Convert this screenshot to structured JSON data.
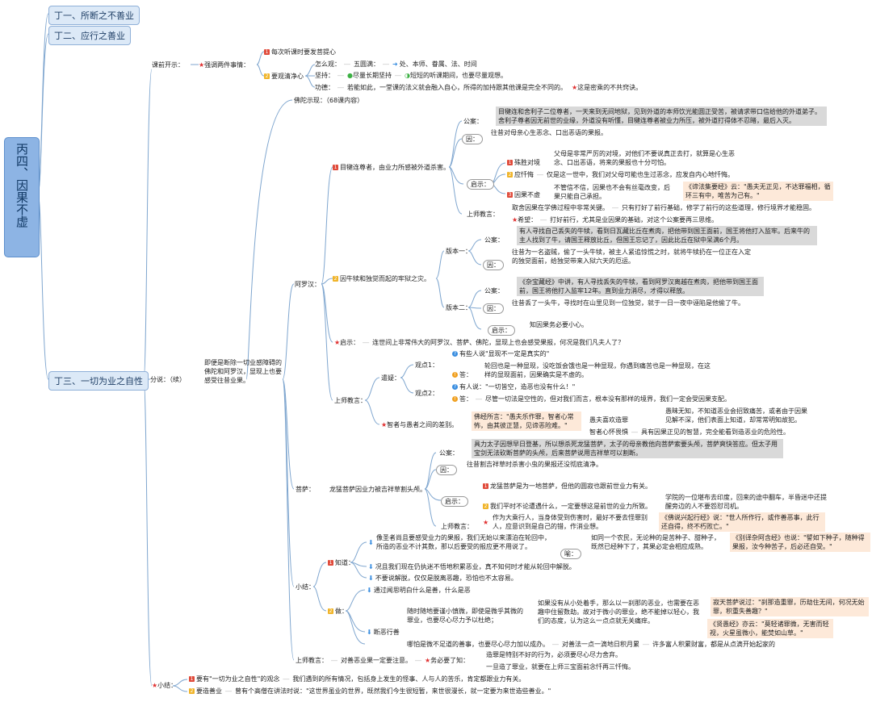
{
  "root": {
    "label": "丙四、因果不虚"
  },
  "branches": {
    "d1": "丁一、所断之不善业",
    "d2": "丁二、应行之善业",
    "d3": "丁三、一切为业之自性"
  },
  "intro": {
    "label": "课前开示：",
    "star_label": "强调两件事情：",
    "item1": "每次听课时要发菩提心",
    "item2": "要观清净心",
    "how_label": "怎么观：",
    "how_value": "五圆满：",
    "how_detail": "处、本师、眷属、法、时间",
    "keep_label": "坚持：",
    "keep_v1": "尽量长期坚持",
    "keep_v2": "短短的听课期间，也要尽量观想。",
    "effect_label": "功德：",
    "effect_text": "若能如此，一堂课的法义就会融入自心，所得的加持跟其他课是完全不同的。",
    "effect_star": "这是密乘的不共窍诀。"
  },
  "fenshuo": {
    "label": "分说：（续）",
    "desc": "即便是断除一切业感障碍的佛陀和阿罗汉，显现上也要感受往昔业果。"
  },
  "fosuo": {
    "label": "佛陀示现：（68课内容）"
  },
  "arhat": {
    "label": "阿罗汉：",
    "mulian": {
      "title": "目犍连尊者，由业力所感被外道杀害。",
      "case_label": "公案：",
      "case_text": "目犍连和舍利子二位尊者，一天来到无间地狱，见到外道的本师饮光能圆正受苦，被请求带口信给他的外道弟子。舍利子尊者因无前世的业缘，外道没有听懂，目犍连尊者被业力所压，被外道打得体不忍睹，最后入灭。",
      "cause_label": "因：",
      "cause_text": "往昔对母亲心生恶念、口出恶语的果报。",
      "insp_label": "启示：",
      "insp1_label": "殊胜对境",
      "insp1_text": "父母是非常严厉的对境，对他们不要说真正去打，就算是心生恶念、口出恶语，将来的果报也十分可怕。",
      "insp2_label": "应忏悔",
      "insp2_text": "仅是这一世中，我们对父母可能也生过恶念，应发自内心地忏悔。",
      "insp3_label": "因果不虚",
      "insp3_text": "不管信不信，因果也不会有丝毫改变，后果只能自己承担。",
      "insp3_quote": "《谛法集要经》云：\"愚夫无正见，不达罪福相，循环三有中，唯苦为己有。\"",
      "teacher_label": "上师教言：",
      "teacher_text": "取舍因果在学佛过程中非常关键。",
      "teacher_text2": "只有打好了前行基础，修学了前行的这些道理，修行境界才能稳固。",
      "hope_label": "希望：",
      "hope_text": "打好前行，尤其是业因果的基础，对这个公案要再三思维。"
    },
    "niu": {
      "title": "因牛犊和独觉而起的牢狱之灾。",
      "v1_label": "版本一：",
      "v1_case_label": "公案：",
      "v1_case": "有人寻找自己丢失的牛犊，看到日瓦藏比丘在煮肉，把他带到国王面前，国王将他打入监牢。后来牛的主人找到了牛，请国王释放比丘，但国王忘记了，因此比丘在狱中呆满6个月。",
      "v1_cause_label": "因：",
      "v1_cause": "往昔为一名盗贼，偷了一头牛犊，被主人紧追惊慌之时，就将牛犊扔在一位正在入定的独觉面前，给独觉带来入狱六天的厄运。",
      "v2_label": "版本二：",
      "v2_case_label": "公案：",
      "v2_case": "《杂宝藏经》中讲，有人寻找丢失的牛犊，看到阿罗汉离越在煮肉，把他带到国王面前，国王将他打入监牢12年。直到业力消尽，才得以释放。",
      "v2_cause_label": "因：",
      "v2_cause": "往昔丢了一头牛，寻找时在山里见到一位独觉，就于一日一夜中诬陷是他偷了牛。",
      "v2_insp_label": "启示：",
      "v2_insp": "知因果务必要小心。"
    },
    "star_insp_label": "启示：",
    "star_insp": "连世间上非常伟大的阿罗汉、菩萨、佛陀，显现上也会感受果报，何况是我们凡夫人了？",
    "teacher": {
      "label": "上师教言：",
      "doubt_label": "遣疑：",
      "p1_label": "观点1：",
      "p1_q": "有些人说\"显现不一定是真实的\"",
      "p1_a_label": "答：",
      "p1_a": "轮回也是一种显现，没吃饭会饿也是一种显现，你遇到痛苦也是一种显现，在这样的显现面前，因果确实是不虚的。",
      "p2_label": "观点2：",
      "p2_q": "有人说：\"一切皆空，造恶也没有什么！\"",
      "p2_a_label": "答：",
      "p2_a": "尽管一切法是空性的，但对我们而言，根本没有那样的境界，我们一定会受因果支配。",
      "wise_label": "智者与愚者之间的差别。",
      "wise_quote": "佛经所言：\"愚夫乐作罪，智者心常怖，由其彼正慧，见谛恶险难。\"",
      "fool_label": "愚夫喜欢造罪",
      "fool_text": "愚昧无知，不知道恶业会招致痛苦，或者由于因果见解不深，他们表面上知道，却常常明知故犯。",
      "wise_text_label": "智者心怀畏惧",
      "wise_text": "具有因果正见的智慧，完全能看到造恶业的危险性。"
    }
  },
  "pusa": {
    "label": "菩萨：",
    "title": "龙猛菩萨因业力被吉祥草割头颅。",
    "case_label": "公案：",
    "case_text": "具力太子因想早日登基，所以想杀死龙猛菩萨，太子的母亲教他向菩萨索要头颅，菩萨爽快答应。但太子用宝剑无法砍断菩萨的头颅，后来菩萨说用吉祥草可以割断。",
    "cause_label": "因：",
    "cause_text": "往昔割吉祥草时杀害小虫的果报还没彻底清净。",
    "insp_label": "启示：",
    "insp1": "龙猛菩萨是为一地菩萨，但他的圆寂也跟前世业力有关。",
    "insp2": "我们平时不论遭遇什么，一定要想这是前世的业力所致。",
    "insp2_story": "学院的一位堪布去印度，回来的途中翻车，半昏迷中还提醒旁边的人不要怨怼司机。",
    "teacher_label": "上师教言：",
    "teacher_text": "作为大乘行人，当身体受到伤害时，最好不要去怪罪别人，应意识到是自己的错，作消业想。",
    "teacher_quote": "《佛说兴起行经》说：\"世人所作行，或作善恶事，此行还自得，终不朽败亡。\""
  },
  "xiaojie": {
    "label": "小结：",
    "zhidao_label": "知道：",
    "z1": "像圣者尚且要感受业力的果报，我们无始以来漂泊在轮回中，所造的恶业不计其数，那以后要受的报应更不用说了。",
    "yu_label": "喻：",
    "yu_text": "如同一个农民，无论种的是苦种子、甜种子，既然已经种下了，其果必定会相应成熟。",
    "yu_quote": "《别译杂阿含经》也说：\"譬如下种子，随种得果报，汝今种苦子，后必还自受。\"",
    "z2": "况且我们现在仍执迷不悟地积累恶业，真不知何时才能从轮回中解脱。",
    "z3": "不要说解脱，仅仅是脱离恶趣，恐怕也不太容易。",
    "zuo_label": "做：",
    "do1": "通过闻思明白什么是善，什么是恶",
    "do2_label": "断恶行善",
    "do2_text": "随时随地要谨小慎微，即使是微乎其微的罪业，也要尽心尽力予以杜绝；",
    "do2_sub": "如果没有从小处着手，那么以一刹那的恶业，也需要在恶趣中住留数劫。故对于微小的罪业，绝不能掉以轻心，我们的态度，认为这么一点点就无关痛痒。",
    "do2_quote1": "寂天菩萨说过：\"刹那造重罪，历劫住无间，何况无始罪，积重失善趣？\"",
    "do2_quote2": "《贤愚经》亦云：\"莫轻诸罪微，无害而轻视，火星虽微小，能焚如山草。\"",
    "do3": "哪怕是微不足道的善事，也要尽心尽力加以成办。",
    "do3b": "对善法一点一滴地日积月累",
    "do3c": "许多富人积累财富，都是从点滴开始起家的",
    "teacher_label": "上师教言：",
    "teacher_text": "对善恶业果一定要注意。",
    "teacher_star": "务必要了知：",
    "teacher_k1": "造罪是特别不好的行为，必须要尽心尽力舍弃。",
    "teacher_k2": "一旦造了罪业，就要在上师三宝面前念忏再三忏悔。"
  },
  "summary": {
    "label": "小结：",
    "s1_label": "要有\"一切为业之自性\"的观念",
    "s1_text": "我们遇到的所有情况，包括身上发生的怪事、人与人的苦乐，肯定都跟业力有关。",
    "s2_label": "要造善业",
    "s2_text": "曾有个高僧在讲法时说：\"这世界虽业的世界，既然我们今生很短暂，来世很漫长，就一定要为来世造些善业。\""
  },
  "colors": {
    "root": "#8db4e4",
    "branch": "#dce9f7",
    "line": "#7aa0c8",
    "highlight": "#d9d9d9",
    "quote": "#fde9d9"
  }
}
